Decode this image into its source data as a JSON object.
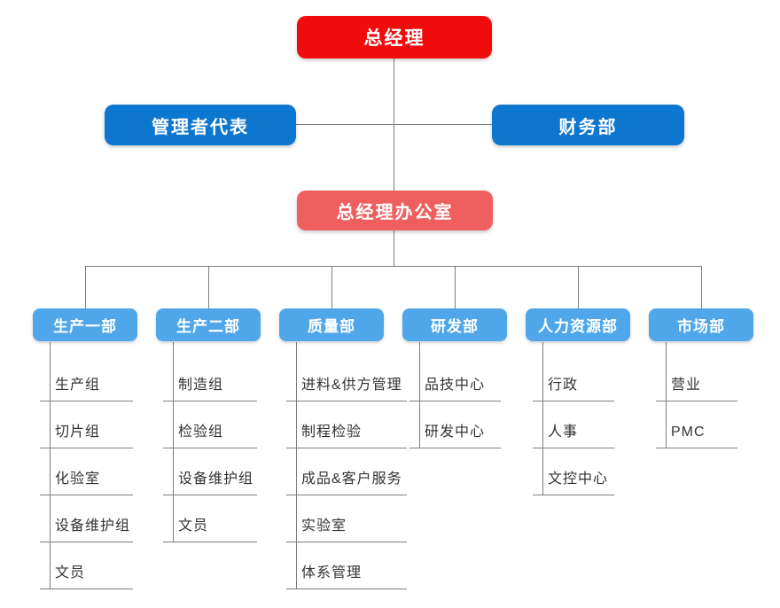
{
  "org_chart": {
    "root": "总经理",
    "management_rep": "管理者代表",
    "finance": "财务部",
    "office": "总经理办公室",
    "departments": [
      {
        "label": "生产一部",
        "children": [
          "生产组",
          "切片组",
          "化验室",
          "设备维护组",
          "文员"
        ]
      },
      {
        "label": "生产二部",
        "children": [
          "制造组",
          "检验组",
          "设备维护组",
          "文员"
        ]
      },
      {
        "label": "质量部",
        "children": [
          "进料&供方管理",
          "制程检验",
          "成品&客户服务",
          "实验室",
          "体系管理"
        ]
      },
      {
        "label": "研发部",
        "children": [
          "品技中心",
          "研发中心"
        ]
      },
      {
        "label": "人力资源部",
        "children": [
          "行政",
          "人事",
          "文控中心"
        ]
      },
      {
        "label": "市场部",
        "children": [
          "营业",
          "PMC"
        ]
      }
    ]
  },
  "colors": {
    "root_red": "#f10c0c",
    "office_salmon": "#f05f5f",
    "staff_blue": "#0d76cf",
    "dept_blue": "#4fa7e9",
    "line_gray": "#7d7d7d",
    "text_dark": "#333333"
  }
}
